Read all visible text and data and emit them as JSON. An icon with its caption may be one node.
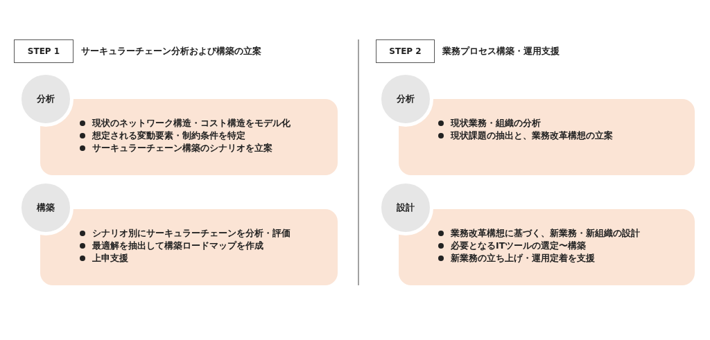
{
  "diagram": {
    "nodes": [
      {
        "text": [
          "STEP 1"
        ],
        "beside": [
          "サーキュラーチェーン分析および構築の立案"
        ]
      },
      {
        "text": [
          "分析"
        ]
      },
      {
        "text": [
          "現状のネットワーク構造・コスト構造をモデル化",
          "想定される変動要素・制約条件を特定",
          "サーキュラーチェーン構築のシナリオを立案"
        ]
      },
      {
        "text": [
          "構築"
        ]
      },
      {
        "text": [
          "シナリオ別にサーキュラーチェーンを分析・評価",
          "最適解を抽出して構築ロードマップを作成",
          "上申支援"
        ]
      },
      {
        "text": [
          "STEP 2"
        ],
        "beside": [
          "業務プロセス構築・運用支援"
        ]
      },
      {
        "text": [
          "分析"
        ]
      },
      {
        "text": [
          "現状業務・組織の分析",
          "現状課題の抽出と、業務改革構想の立案"
        ]
      },
      {
        "text": [
          "設計"
        ]
      },
      {
        "text": [
          "業務改革構想に基づく、新業務・新組織の設計",
          "必要となるITツールの選定〜構築",
          "新業務の立ち上げ・運用定着を支援"
        ]
      }
    ]
  }
}
